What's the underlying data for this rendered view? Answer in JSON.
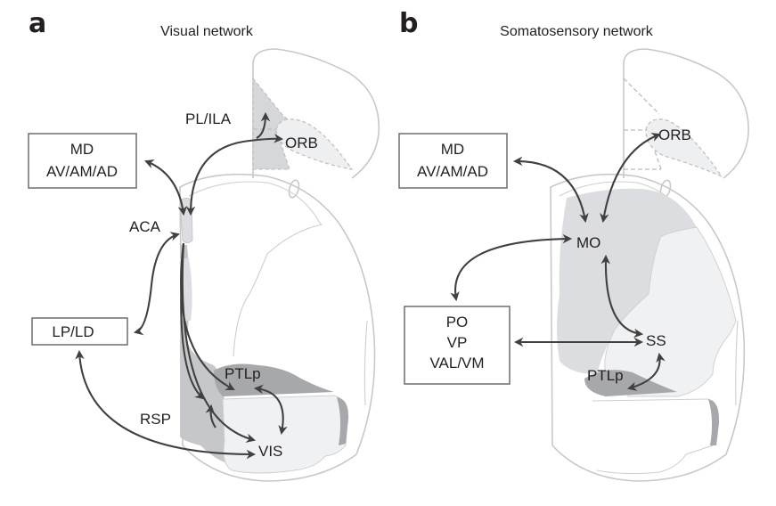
{
  "panels": [
    {
      "letter": "a",
      "title": "Visual network",
      "boxes": [
        {
          "lines": [
            "MD",
            "AV/AM/AD"
          ]
        },
        {
          "lines": [
            "LP/LD"
          ]
        }
      ],
      "regions": {
        "pl_ila": "PL/ILA",
        "orb": "ORB",
        "aca": "ACA",
        "rsp": "RSP",
        "ptlp": "PTLp",
        "vis": "VIS"
      }
    },
    {
      "letter": "b",
      "title": "Somatosensory network",
      "boxes": [
        {
          "lines": [
            "MD",
            "AV/AM/AD"
          ]
        },
        {
          "lines": [
            "PO",
            "VP",
            "VAL/VM"
          ]
        }
      ],
      "regions": {
        "orb": "ORB",
        "mo": "MO",
        "ss": "SS",
        "ptlp": "PTLp"
      }
    }
  ],
  "colors": {
    "outline": "#c8c8c8",
    "arrow": "#404040",
    "light_fill": "#f0f1f3",
    "mid_fill": "#dcdde0",
    "dark_fill": "#a7a8ab",
    "rsp_fill": "#c6c7ca"
  }
}
